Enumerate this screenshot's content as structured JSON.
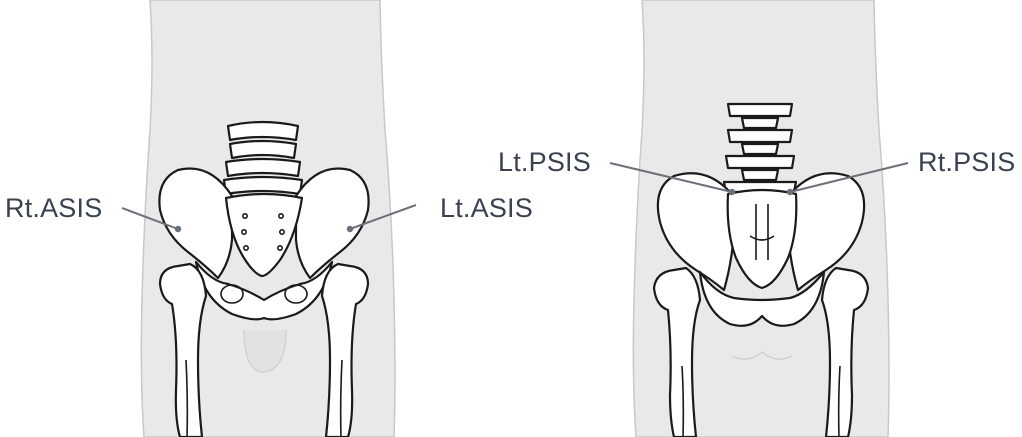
{
  "labels": {
    "rt_asis": "Rt.ASIS",
    "lt_asis": "Lt.ASIS",
    "lt_psis": "Lt.PSIS",
    "rt_psis": "Rt.PSIS"
  },
  "colors": {
    "body_fill": "#e9e9e9",
    "body_outline": "#c8c8c8",
    "bone_fill": "#ffffff",
    "bone_stroke": "#1a1a1a",
    "label_text": "#3a4250",
    "leader_line": "#6b717a"
  }
}
